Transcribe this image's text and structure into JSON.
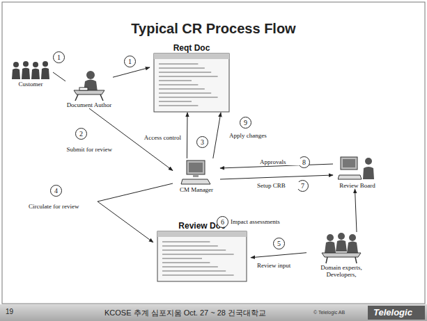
{
  "diagram": {
    "title": "Typical CR Process Flow",
    "nodes": [
      {
        "text": [
          "Customer"
        ]
      },
      {
        "text": [
          "Document Author"
        ]
      },
      {
        "text": [
          "Reqt Doc"
        ]
      },
      {
        "text": [
          "CM Manager"
        ]
      },
      {
        "text": [
          "Review Doc"
        ]
      },
      {
        "text": [
          "Review Board"
        ]
      },
      {
        "text": [
          "Domain experts, Developers,"
        ]
      }
    ],
    "edges": [
      {
        "from": 0,
        "to": 1,
        "arrow": "none"
      },
      {
        "from": 1,
        "to": 2,
        "arrow": "to"
      },
      {
        "from": 1,
        "to": 3,
        "label": "Submit for review",
        "arrow": "to"
      },
      {
        "from": 3,
        "to": 2,
        "label": "Access control",
        "arrow": "to"
      },
      {
        "from": 3,
        "to": 2,
        "label": "Apply changes",
        "arrow": "to"
      },
      {
        "from": 5,
        "to": 3,
        "label": "Approvals",
        "arrow": "to"
      },
      {
        "from": 3,
        "to": 5,
        "label": "Setup CRB",
        "arrow": "to"
      },
      {
        "from": 3,
        "to": 4,
        "label": "Circulate for review",
        "arrow": "to"
      },
      {
        "from": 6,
        "to": 4,
        "label": "Review input",
        "arrow": "to"
      },
      {
        "from": 6,
        "to": 5,
        "label": "Impact assessments",
        "arrow": "to"
      }
    ],
    "labels": [
      "1",
      "1",
      "2",
      "3",
      "4",
      "5",
      "6",
      "7",
      "8",
      "9",
      "19",
      "KCOSE 추계 심포지움 Oct. 27 ~ 28 건국대학교",
      "© Telelogic AB",
      "Telelogic"
    ]
  }
}
